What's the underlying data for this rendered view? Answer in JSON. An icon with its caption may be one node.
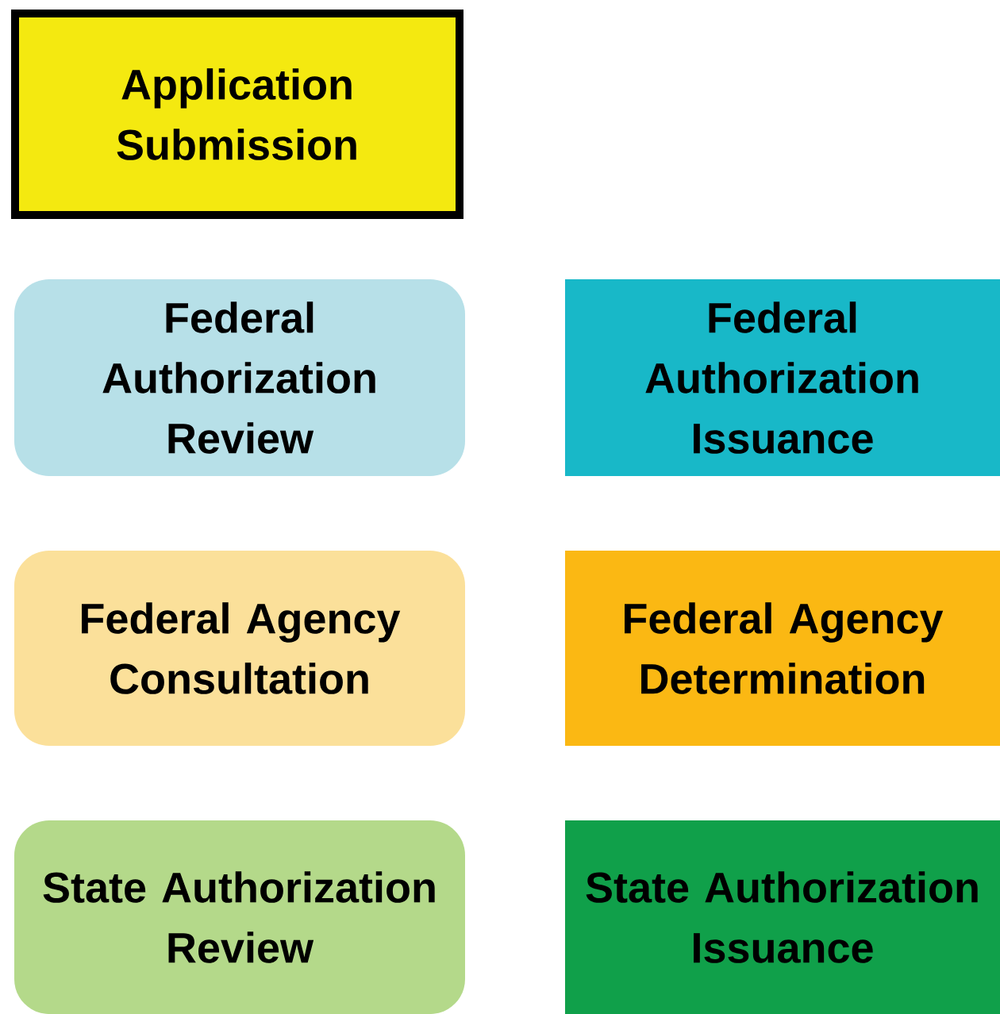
{
  "diagram": {
    "nodes": [
      {
        "text": [
          "Application Submission"
        ]
      },
      {
        "text": [
          "Federal Authorization Review"
        ]
      },
      {
        "text": [
          "Federal Authorization Issuance"
        ]
      },
      {
        "text": [
          "Federal Agency Consultation"
        ]
      },
      {
        "text": [
          "Federal Agency Determination"
        ]
      },
      {
        "text": [
          "State Authorization Review"
        ]
      },
      {
        "text": [
          "State Authorization Issuance"
        ]
      }
    ]
  }
}
